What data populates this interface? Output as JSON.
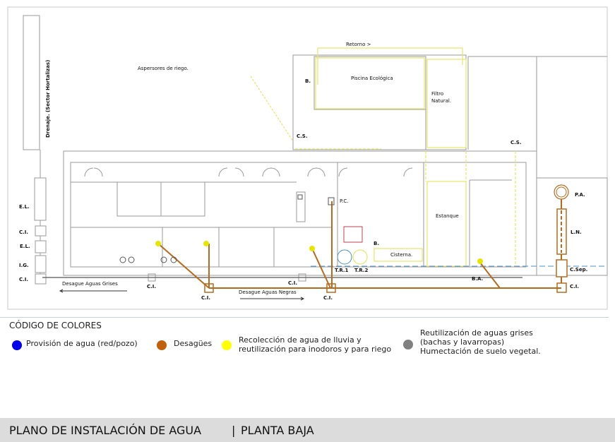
{
  "plan_labels": {
    "retorno": "Retorno >",
    "aspersores": "Aspersores de riego.",
    "drenaje": "Drenaje. (Sector Hortalizas)",
    "b_pool": "B.",
    "piscina": "Piscina Ecológica",
    "filtro_1": "Filtro",
    "filtro_2": "Natural.",
    "cs_left": "C.S.",
    "cs_right": "C.S.",
    "pc": "P.C.",
    "estanque": "Estanque",
    "b_cisterna": "B.",
    "cisterna": "Cisterna.",
    "tr1": "T.R.1",
    "tr2": "T.R.2",
    "ba": "B.A.",
    "pa": "P.A.",
    "ln": "L.N.",
    "csep": "C.Sep.",
    "ci": "C.I.",
    "el": "E.L.",
    "ig": "I.G.",
    "desague_grises": "Desague Aguas Grises",
    "desague_negras": "Desague Aguas Negras"
  },
  "legend": {
    "title": "CÓDIGO DE COLORES",
    "items": [
      {
        "label": "Provisión de agua (red/pozo)",
        "color": "#0000ee"
      },
      {
        "label": "Desagües",
        "color": "#c0600a"
      },
      {
        "label_1": "Recolección de agua de lluvia y",
        "label_2": "reutilización para inodoros y para riego",
        "color": "#ffff00"
      },
      {
        "label_1": "Reutilización de aguas grises",
        "label_2": "(bachas y lavarropas)",
        "label_3": "Humectación de suelo vegetal.",
        "color": "#808080"
      }
    ]
  },
  "footer": {
    "title": "PLANO DE INSTALACIÓN DE AGUA",
    "separator": "|",
    "subtitle": "PLANTA BAJA"
  },
  "colors": {
    "drain": "#b86a1c",
    "rain": "#e6e66a",
    "supply": "#4a90c0",
    "grey": "#808080",
    "wall": "#9a9a9a"
  }
}
